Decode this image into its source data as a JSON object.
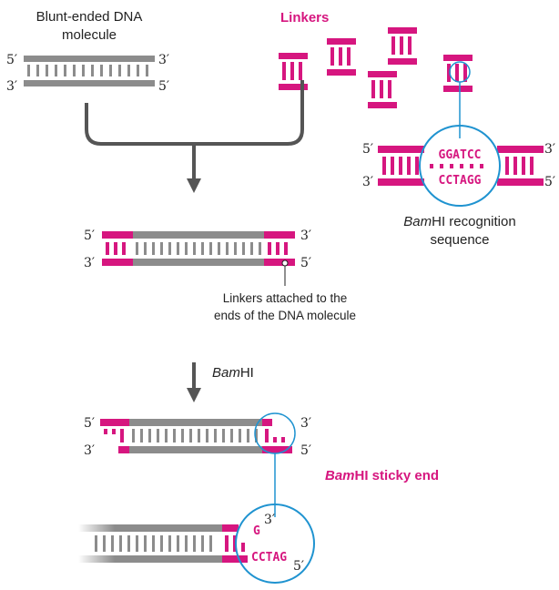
{
  "colors": {
    "dna": "#8c8c8c",
    "linker": "#d6167f",
    "circle": "#1f93d0",
    "arrow": "#555555",
    "text": "#222222"
  },
  "labels": {
    "blunt_line1": "Blunt-ended DNA",
    "blunt_line2": "molecule",
    "linkers": "Linkers",
    "recog_italic": "Bam",
    "recog_rest": "HI recognition",
    "recog_line2": "sequence",
    "attached_line1": "Linkers attached to the",
    "attached_line2": "ends of the DNA molecule",
    "enzyme_italic": "Bam",
    "enzyme_rest": "HI",
    "sticky_italic": "Bam",
    "sticky_rest": "HI sticky end"
  },
  "strand_ends": {
    "five": "5′",
    "three": "3′"
  },
  "sequences": {
    "top": "GGATCC",
    "bottom": "CCTAGG",
    "sticky_top": "G",
    "sticky_bottom": "CCTAG"
  }
}
